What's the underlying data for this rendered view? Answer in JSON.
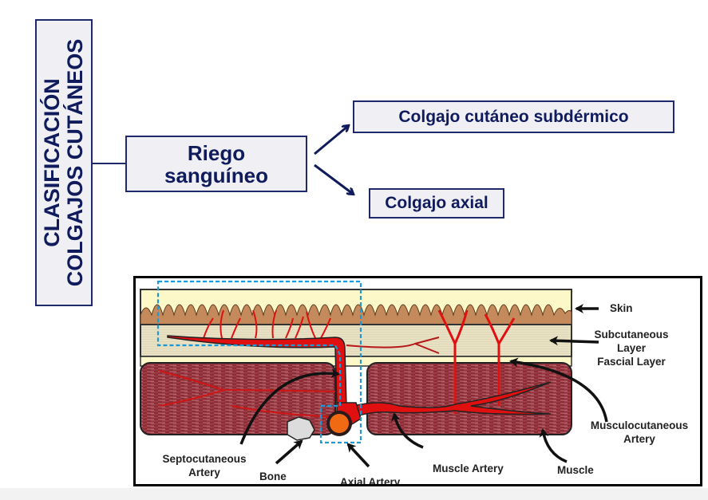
{
  "diagram": {
    "root": {
      "line1": "CLASIFICACIÓN",
      "line2": "COLGAJOS CUTÁNEOS"
    },
    "criterion": {
      "line1": "Riego",
      "line2": "sanguíneo"
    },
    "branches": [
      {
        "label": "Colgajo cutáneo subdérmico"
      },
      {
        "label": "Colgajo axial"
      }
    ],
    "colors": {
      "box_border": "#1f2a6b",
      "box_fill": "#f0f0f4",
      "text": "#0f1b5c",
      "artery": "#e01010",
      "skin": "#c48a5c",
      "dermis_bg": "#fdf8c8",
      "subcutaneous": "#e9e1c4",
      "muscle": "#8e2b35",
      "highlight_dash": "#1a9ad6"
    }
  },
  "illustration": {
    "labels": {
      "skin": "Skin",
      "subcutaneous_line1": "Subcutaneous",
      "subcutaneous_line2": "Layer",
      "fascial": "Fascial Layer",
      "musculocutaneous_line1": "Musculocutaneous",
      "musculocutaneous_line2": "Artery",
      "septocutaneous_line1": "Septocutaneous",
      "septocutaneous_line2": "Artery",
      "bone": "Bone",
      "axial_artery": "Axial Artery",
      "muscle_artery": "Muscle Artery",
      "muscle": "Muscle"
    }
  }
}
